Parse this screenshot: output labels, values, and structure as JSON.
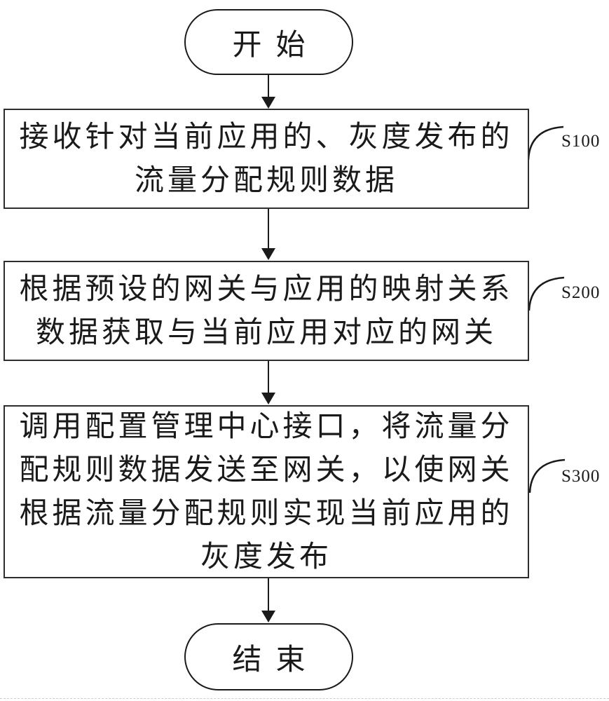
{
  "figure": {
    "background_color": "#ffffff",
    "ink_color": "#1a1a1a",
    "box_border_color": "#2e2e2e"
  },
  "flowchart": {
    "start": {
      "label": "开始"
    },
    "end": {
      "label": "结束"
    },
    "steps": [
      {
        "id": "S100",
        "lines": [
          "接收针对当前应用的、灰度发布的",
          "流量分配规则数据"
        ]
      },
      {
        "id": "S200",
        "lines": [
          "根据预设的网关与应用的映射关系",
          "数据获取与当前应用对应的网关"
        ]
      },
      {
        "id": "S300",
        "lines": [
          "调用配置管理中心接口，将流量分",
          "配规则数据发送至网关，以使网关",
          "根据流量分配规则实现当前应用的",
          "灰度发布"
        ]
      }
    ]
  }
}
